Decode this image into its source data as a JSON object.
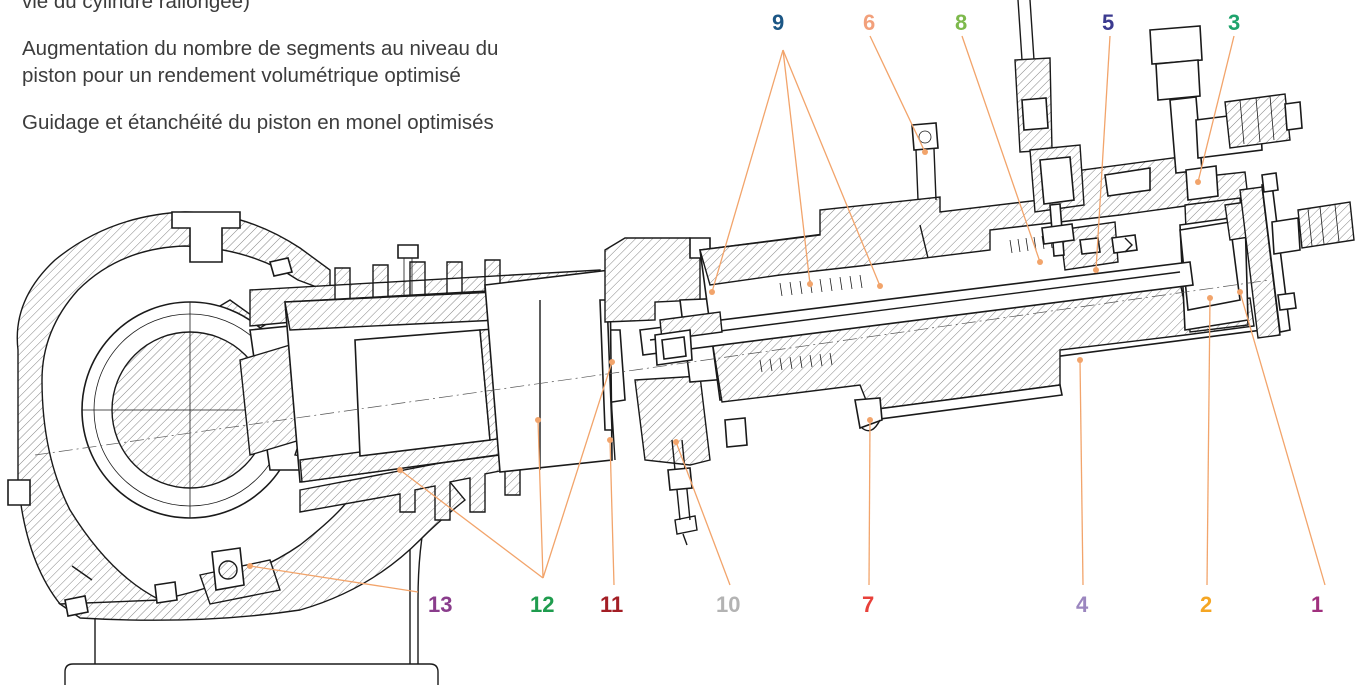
{
  "description_lines": [
    "vie du cylindre rallongée)",
    "Augmentation du nombre de segments au niveau du",
    "piston pour un rendement volumétrique optimisé",
    "Guidage et étanchéité du piston en monel optimisés"
  ],
  "colors": {
    "leader": "#f2a46b",
    "label_1": "#a0307e",
    "label_2": "#f5a623",
    "label_3": "#1ea36c",
    "label_4": "#9b86bf",
    "label_5": "#3b3a8f",
    "label_6": "#f2a07b",
    "label_7": "#e8403a",
    "label_8": "#7db94c",
    "label_9": "#1b5685",
    "label_10": "#b3b3b3",
    "label_11": "#a31e25",
    "label_12": "#1f9c4e",
    "label_13": "#8a3d8c"
  },
  "labels": {
    "l1": "1",
    "l2": "2",
    "l3": "3",
    "l4": "4",
    "l5": "5",
    "l6": "6",
    "l7": "7",
    "l8": "8",
    "l9": "9",
    "l10": "10",
    "l11": "11",
    "l12": "12",
    "l13": "13"
  }
}
